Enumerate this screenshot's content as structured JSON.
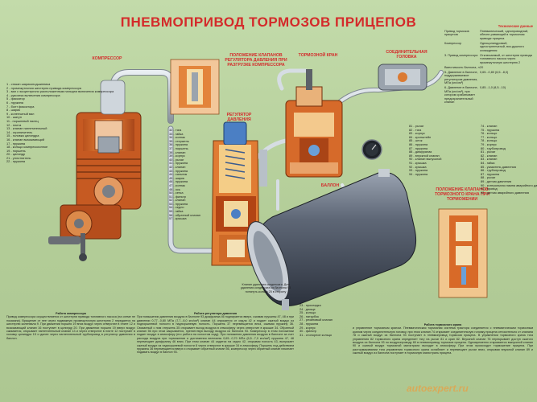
{
  "title": "ПНЕВМОПРИВОД ТОРМОЗОВ ПРИЦЕПОВ",
  "section_labels": {
    "compressor": "КОМПРЕССОР",
    "valve_position": "ПОЛОЖЕНИЕ КЛАПАНОВ РЕГУЛЯТОРА ДАВЛЕНИЯ ПРИ РАЗГРУЗКЕ КОМПРЕССОРА",
    "brake_valve": "ТОРМОЗНОЙ КРАН",
    "coupling_head": "СОЕДИНИТЕЛЬНАЯ ГОЛОВКА",
    "pressure_regulator": "РЕГУЛЯТОР ДАВЛЕНИЯ",
    "tank": "БАЛЛОН",
    "brake_valve_position": "ПОЛОЖЕНИЕ КЛАПАНОВ ТОРМОЗНОГО КРАНА ПРИ ТОРМОЖЕНИИ"
  },
  "compressor_legend": [
    "1 - стакан шарикоподшипника",
    "2 - промежуточная шестерня привода компрессора",
    "3 - вал с эксцентрично расположенным пальцем включения компрессора",
    "4 - рукоятка включения компрессора",
    "5 - фиксатор",
    "6 - пружина",
    "7 - болт фиксатора",
    "8 - шарик",
    "9 - коленчатый вал",
    "10 - шатун",
    "11 - поршневой палец",
    "12 - плита",
    "13 - клапан нагнетательный",
    "14 - ограничитель",
    "15 - головка цилиндра",
    "16 - клапан всасывающий",
    "17 - пружина",
    "18 - кольцо компрессионное",
    "19 - поршень",
    "20 - цилиндр",
    "21 - уплотнитель",
    "22 - пружина"
  ],
  "regulator_legend": [
    "32 - тяга",
    "33 - гайка",
    "34 - колпак",
    "35 - стержень",
    "36 - пружина",
    "37 - поршень",
    "38 - клапан",
    "39 - корпус",
    "40 - рычаг",
    "41 - пружина",
    "42 - клапан",
    "43 - пружина",
    "44 - сальник",
    "45 - шарик",
    "46 - пружина",
    "47 - колпак",
    "48 - ось",
    "50 - сетка",
    "51 - фильтр",
    "52 - клапан",
    "53 - пружина",
    "54 - седло",
    "55 - гайка",
    "56 - обратный клапан",
    "57 - крышка"
  ],
  "brake_valve_legend": [
    "81 - рычаг",
    "82 - тяга",
    "83 - корпус",
    "84 - кронштейн",
    "85 - шток",
    "86 - пружина",
    "87 - пружина",
    "88 - диафрагма",
    "89 - впускной клапан",
    "90 - клапан выпускной",
    "91 - крышка",
    "92 - крышка",
    "93 - пружина",
    "94 - пружина"
  ],
  "right_legend": [
    "74 - клапан",
    "75 - пружина",
    "76 - кольцо",
    "77 - кольцо",
    "78 - кольцо",
    "79 - корпус",
    "80 - трубопровод",
    "81 - рычаг",
    "82 - клапан",
    "83 - клапан",
    "84 - гайка",
    "85 - указатель давления",
    "86 - трубопровод",
    "87 - пружина",
    "88 - рычаг",
    "89 - датчик давления",
    "90 - контрольная лампа аварийного давления",
    "91 - провод",
    "92 - датчик аварийного давления"
  ],
  "tank_legend": [
    "23 - прокладка",
    "24 - днище",
    "25 - кольцо",
    "26 - патрубок",
    "27 - резиновый клапан",
    "28 - пружина",
    "29 - корпус",
    "30 - фильтр",
    "31 - стопорное кольцо"
  ],
  "condensate_note": "Клапан удаления конденсата. Для удаления конденсата из баллона 93 потянуть кольцо 25 в сторону",
  "specs": {
    "header": "Технические данные",
    "rows": [
      {
        "param": "Привод тормозов прицепов",
        "value": "Пневматический, однопроводный, обеспе-ривающий в тормозном приводе прицепа"
      },
      {
        "param": "Компрессор",
        "value": "Одноцилиндровый, одноступенчатый, воз-душного охлаждения"
      },
      {
        "param": "3. Привод компрессора",
        "value": "Отключаемый, от шестерни привода топливного насоса через промежуточную шестерню 2"
      },
      {
        "param": "Вместимость баллона, л",
        "value": "20"
      },
      {
        "param": "5. Давление в баллоне, поддерживаемое регулятором давления, МПа (кгс/см²)",
        "value": "0,65...0,80 (6,5...8,0)"
      },
      {
        "param": "6. Давление в баллоне, МПа (кгс/см²), при котором срабатывает предохранительный клапан",
        "value": "0,85...1,0 (8,5...10)"
      }
    ]
  },
  "paragraphs": {
    "compressor_title": "Работа компрессора",
    "compressor_text": "Привод компрессора осуществляется от шестерни привода топливного насоса (на схеме не показана). Вращение от нее через подвижную промежуточную шестерню 2 передается на шестерню коленвала 9. При движении поршня 19 вниз воздух через отверстие в плите 12 и всасывающий клапан 16 поступает в цилиндр 20. При движении поршня 19 вверх воздух сжимается, открывает нагнетательный клапан 13 и через отверстие в плите 12 поступает в головку цилиндра 15 и далее через нагнетательный трубопровод в регулятор давления в баллон.",
    "regulator_title": "Работа регулятора давления",
    "regulator_text": "При повышении давления воздуха в баллоне 93 диафрагма 46 подпирается вверх, сжимая пружины 47, 48 и при давлении 0,77...0,80 МПа (7,7...8,0 кгс/см²) клапан 44 опускается от седла 42 и подает сжатый воздух из подпоршневой полости в надпоршневую полость. Поршень 37 перемещается вниз, сжимая пружину 36. Связанный с ним стержень 35 открывает выход воздуха в атмосферу через отверстие в крышке 34. Обратный клапан 56 при этом закрывается, препятствуя выходу воздуха из баллона 93. Компрессор в этом положении подает воздух в атмосферу (его работа на холостом ходу). При понижении давления воздуха в баллоне за счет расхода воздуха при торможении и достижения величины 0,65...0,70 МПа (6,5...7,0 кгс/см²) пружина 47, 48 перемещает диафрагму 46 вниз. При этом клапан 44 садится на седло 42, открывая полость 43, выпускает сжатый воздух из надпоршневой полости 8 через отверстие в крышке 34 в атмосферу. Поршень под действием пружины 36 перемещается вверх и открывает обратный клапан 56, компрессор через обратный клапан начинает подавать воздух в баллон 93.",
    "brake_valve_title": "Работа тормозного крана",
    "brake_valve_text": "и управление тормозным краном. Пневматическая тормозная система трактора соединяется с пневматическим тормозным краном через соединительную головку, при этом клапан 74 открывает соединительную головку прицепа относительно от клапана 78 и сжатый воздух из баллона 93 поступает в пневмопривод тормозов прицепа. В управлении тормозного крана тяга управления 82 тормозного крана определяет тягу на рычаг 81 и кран 82. Впускной клапан 76 перекрывает доступ сжатого воздуха из баллона 93 по воздухопроводу 80 в пневмопривод тормозов прицепа. Одновременно открывается выпускной клапан 90 и сжатый воздух тормозной магистрали выходит в атмосферу. При этом происходит торможение прицепа. При растормаживании тяга управления тормозного крана ослабляет и перемещает рычаг вниз, открывая впускной клапан 89 и сжатый воздух из баллона поступает в тормозную магистраль прицепа."
  },
  "watermark": "autoexpert.ru"
}
